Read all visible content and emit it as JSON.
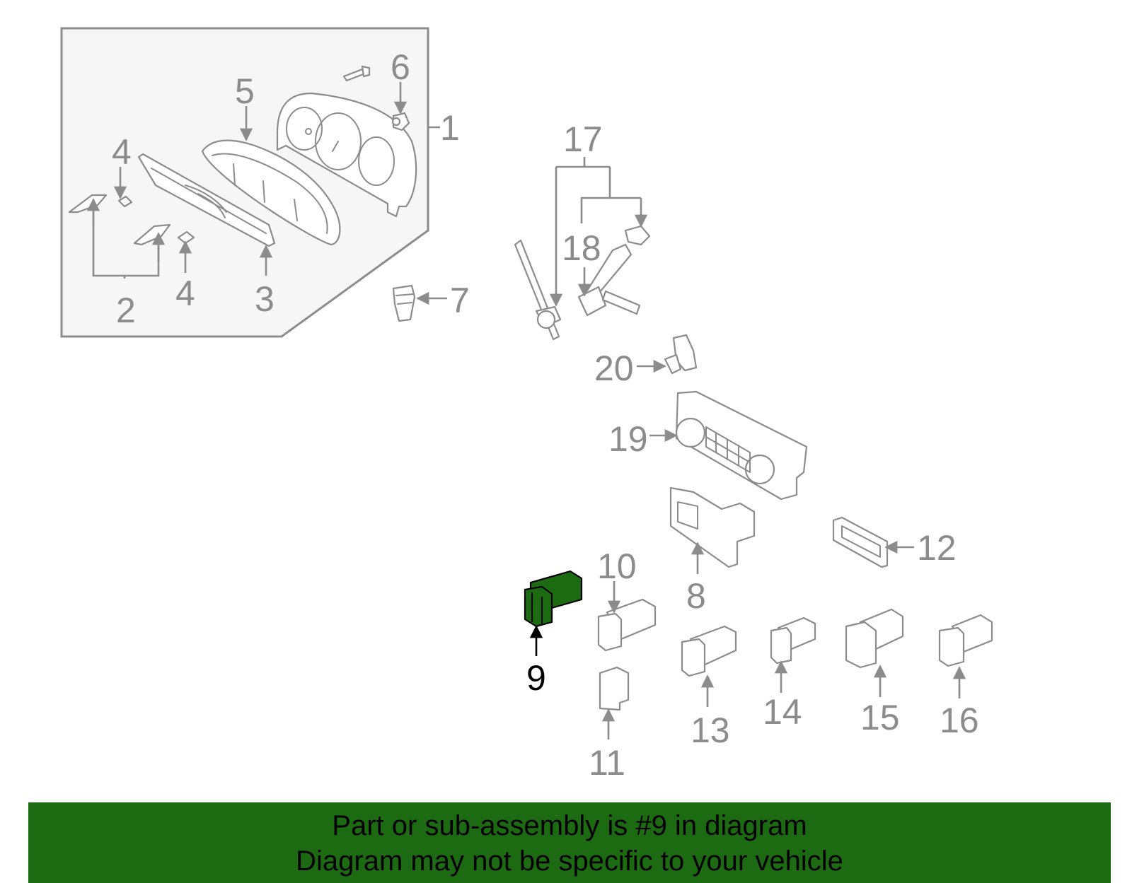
{
  "diagram": {
    "highlighted_part": "9",
    "highlight_color": "#1c6b12",
    "callouts": {
      "c1": "1",
      "c2": "2",
      "c3": "3",
      "c4a": "4",
      "c4b": "4",
      "c5": "5",
      "c6": "6",
      "c7": "7",
      "c8": "8",
      "c9": "9",
      "c10": "10",
      "c11": "11",
      "c12": "12",
      "c13": "13",
      "c14": "14",
      "c15": "15",
      "c16": "16",
      "c17": "17",
      "c18": "18",
      "c19": "19",
      "c20": "20"
    }
  },
  "banner": {
    "line1": "Part or sub-assembly is #9 in diagram",
    "line2": "Diagram may not be specific to your vehicle",
    "background": "#1c6b12"
  }
}
